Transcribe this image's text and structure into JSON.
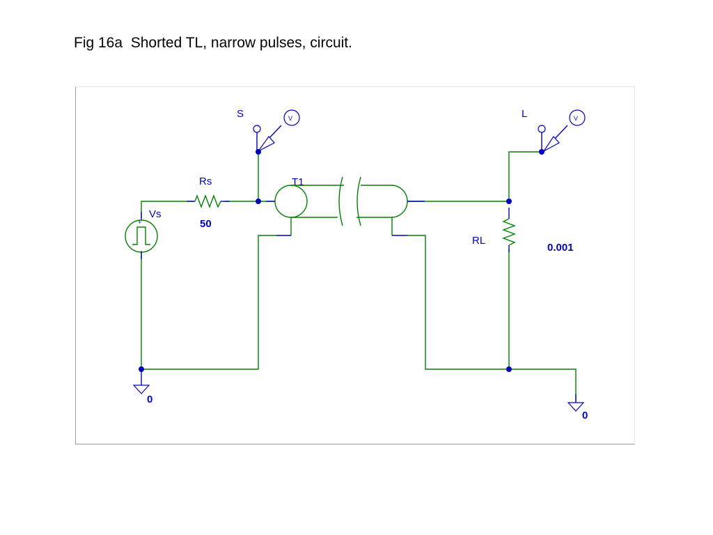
{
  "slide": {
    "title": "Fig 16a  Shorted TL, narrow pulses, circuit."
  },
  "schematic": {
    "source": {
      "name": "Vs",
      "plus": "+"
    },
    "source_resistor": {
      "name": "Rs",
      "value": "50"
    },
    "transmission_line": {
      "name": "T1"
    },
    "load_resistor": {
      "name": "RL",
      "value": "0.001"
    },
    "probes": [
      {
        "net": "S",
        "symbol": "V"
      },
      {
        "net": "L",
        "symbol": "V"
      }
    ],
    "grounds": [
      {
        "label": "0"
      },
      {
        "label": "0"
      }
    ],
    "colors": {
      "wire": "#008000",
      "component": "#0000c0",
      "frame": "#9a9a9a"
    }
  }
}
